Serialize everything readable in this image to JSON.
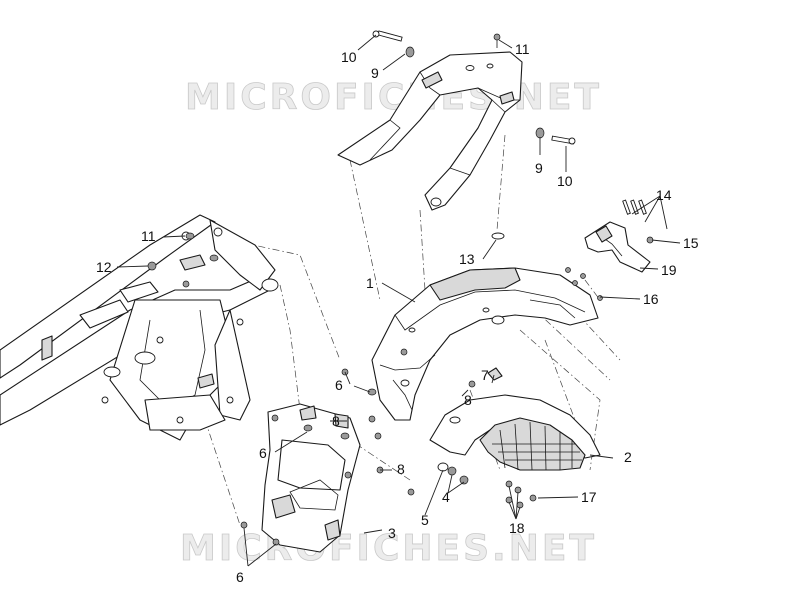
{
  "watermark": {
    "top": "MICROFICHES.NET",
    "bottom": "MICROFICHES.NET"
  },
  "callouts": {
    "c1": "1",
    "c2": "2",
    "c3": "3",
    "c4": "4",
    "c5": "5",
    "c6a": "6",
    "c6b": "6",
    "c6c": "6",
    "c7": "7",
    "c8a": "8",
    "c8b": "8",
    "c8c": "8",
    "c9a": "9",
    "c9b": "9",
    "c10a": "10",
    "c10b": "10",
    "c11a": "11",
    "c11b": "11",
    "c12": "12",
    "c13": "13",
    "c14": "14",
    "c15": "15",
    "c16": "16",
    "c17": "17",
    "c18": "18",
    "c19": "19"
  }
}
